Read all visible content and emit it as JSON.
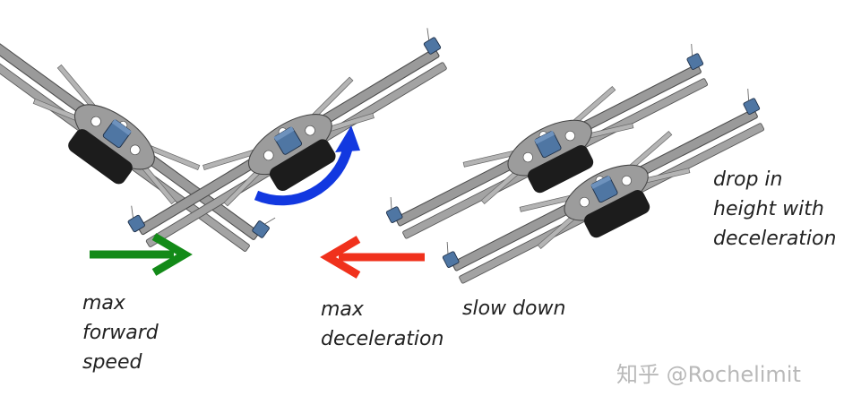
{
  "labels": {
    "max_forward_speed": [
      "max",
      "forward",
      "speed"
    ],
    "max_deceleration": [
      "max",
      "deceleration"
    ],
    "slow_down": "slow down",
    "drop_in_height": [
      "drop in",
      "height with",
      "deceleration"
    ]
  },
  "watermark": "知乎 @Rochelimit",
  "colors": {
    "forward_arrow": "#138a18",
    "deceleration_arrow": "#f0311c",
    "pitch_arrow": "#1238e0",
    "frame": "#8f8f8f",
    "frame_dark": "#555555",
    "motor": "#4a6e99",
    "battery": "#1a1a1a"
  },
  "icons": {
    "forward": "arrow-right-icon",
    "deceleration": "arrow-left-icon",
    "pitch": "curved-arrow-icon",
    "vehicle": "quadcopter-icon"
  }
}
